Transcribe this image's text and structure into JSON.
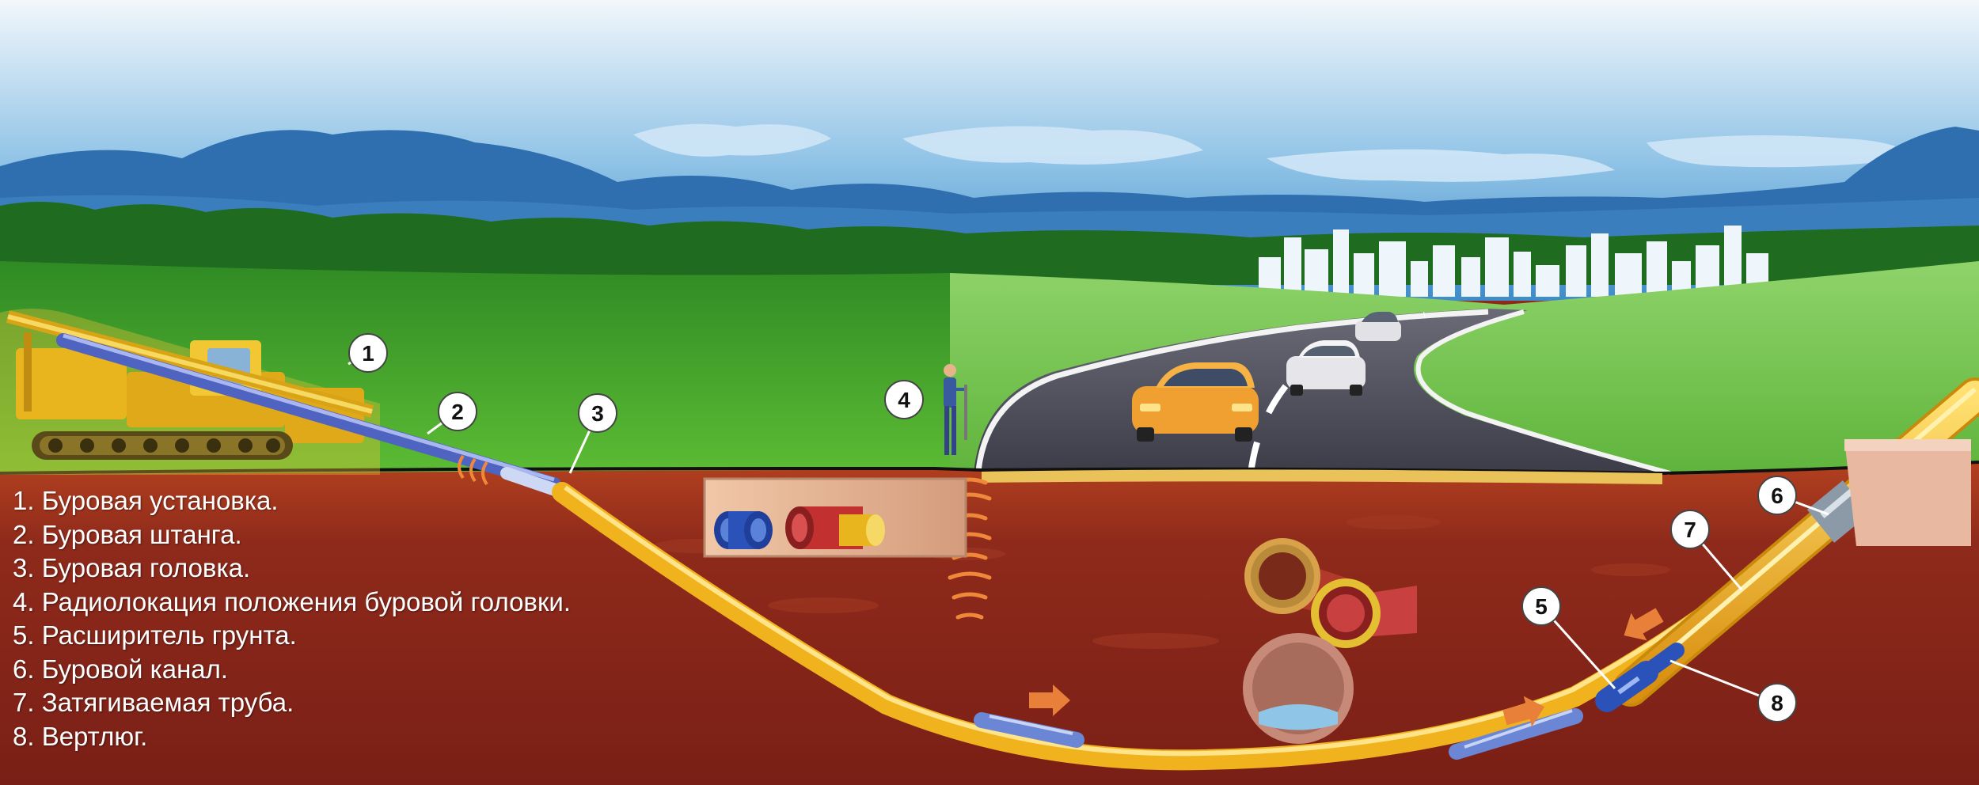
{
  "diagram": {
    "markers": [
      "1",
      "2",
      "3",
      "4",
      "5",
      "6",
      "7",
      "8"
    ],
    "legend": [
      "1. Буровая установка.",
      "2. Буровая штанга.",
      "3. Буровая головка.",
      "4. Радиолокация положения буровой головки.",
      "5. Расширитель грунта.",
      "6. Буровой канал.",
      "7. Затягиваемая труба.",
      "8. Вертлюг."
    ],
    "colors": {
      "sky": "#4f9fd4",
      "soil": "#8c2a1c",
      "grass": "#46a62c",
      "road": "#4a4a58",
      "pipe": "#f0b31e",
      "rig": "#e8b51f"
    }
  }
}
